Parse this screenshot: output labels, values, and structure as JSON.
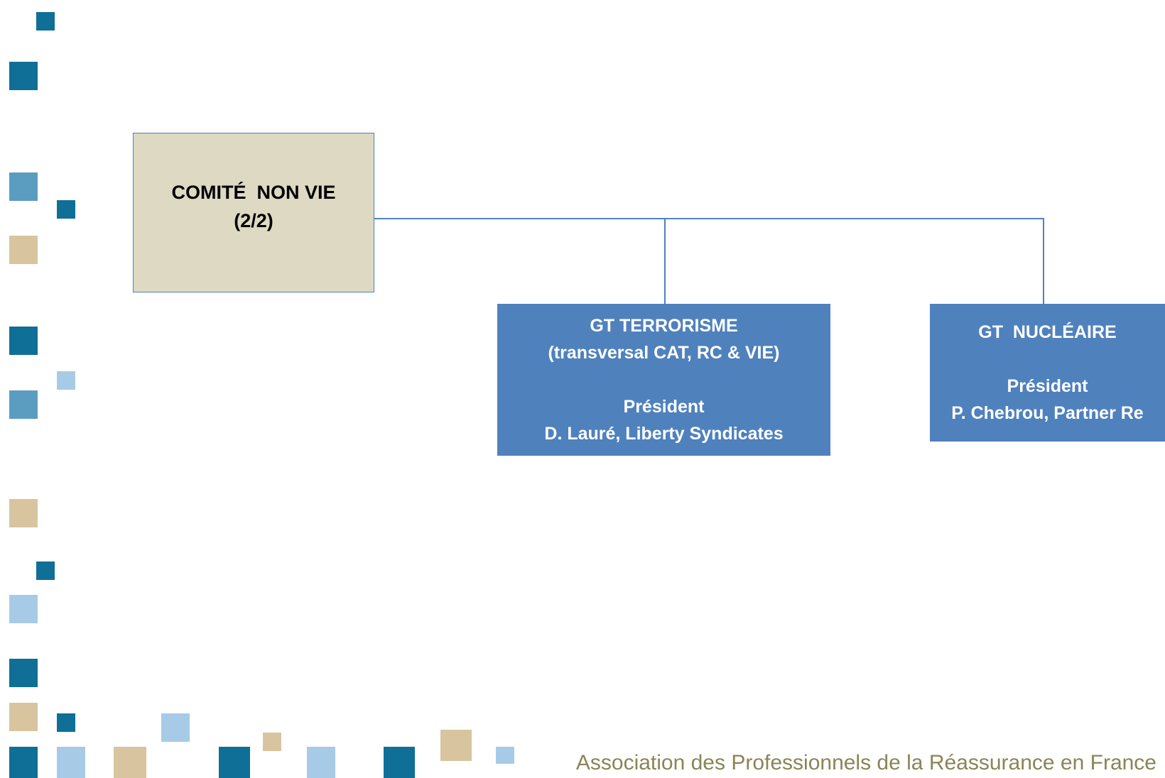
{
  "root": {
    "line1": "COMITÉ  NON VIE",
    "line2": "(2/2)"
  },
  "children": [
    {
      "title": "GT TERRORISME",
      "subtitle": "(transversal CAT, RC & VIE)",
      "role": "Président",
      "person": "D. Lauré, Liberty Syndicates"
    },
    {
      "title": "GT  NUCLÉAIRE",
      "role": "Président",
      "person": "P. Chebrou, Partner Re"
    }
  ],
  "footer": "Association des Professionnels de la Réassurance en France",
  "colors": {
    "root_fill": "#ddd9c3",
    "node_fill": "#4f81bd",
    "line": "#4f81bd",
    "decor_dark": "#0f6f96",
    "decor_mid": "#5b9dc1",
    "decor_light": "#a7cbe6",
    "decor_tan": "#d8c59f",
    "footer_text": "#8b8456"
  }
}
